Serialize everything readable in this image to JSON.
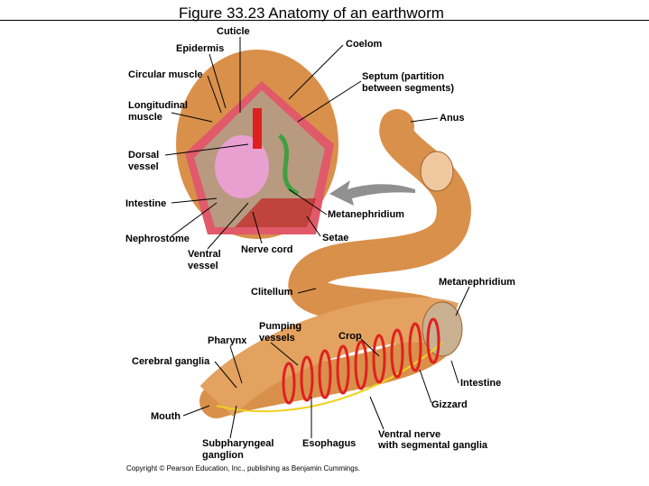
{
  "title": "Figure 33.23  Anatomy of an earthworm",
  "labels": {
    "cuticle": "Cuticle",
    "epidermis": "Epidermis",
    "coelom": "Coelom",
    "circular_muscle": "Circular muscle",
    "septum_1": "Septum (partition",
    "septum_2": "between segments)",
    "longitudinal_1": "Longitudinal",
    "longitudinal_2": "muscle",
    "anus": "Anus",
    "dorsal_1": "Dorsal",
    "dorsal_2": "vessel",
    "intestine_top": "Intestine",
    "metanephridium_top": "Metanephridium",
    "nephrostome": "Nephrostome",
    "setae": "Setae",
    "ventral_1": "Ventral",
    "ventral_2": "vessel",
    "nerve_cord": "Nerve cord",
    "clitellum": "Clitellum",
    "metanephridium_bottom": "Metanephridium",
    "pumping_1": "Pumping",
    "pumping_2": "vessels",
    "pharynx": "Pharynx",
    "crop": "Crop",
    "cerebral_ganglia": "Cerebral ganglia",
    "intestine_bottom": "Intestine",
    "gizzard": "Gizzard",
    "mouth": "Mouth",
    "subpharyngeal_1": "Subpharyngeal",
    "subpharyngeal_2": "ganglion",
    "esophagus": "Esophagus",
    "ventral_nerve_1": "Ventral nerve",
    "ventral_nerve_2": "with segmental ganglia"
  },
  "copyright": "Copyright © Pearson Education, Inc., publishing as Benjamin Cummings.",
  "colors": {
    "body": "#d9904a",
    "muscle": "#e05a6a",
    "vessel": "#e02020",
    "nerve": "#f0d020",
    "nephridium": "#40a040",
    "arrow": "#909090"
  }
}
